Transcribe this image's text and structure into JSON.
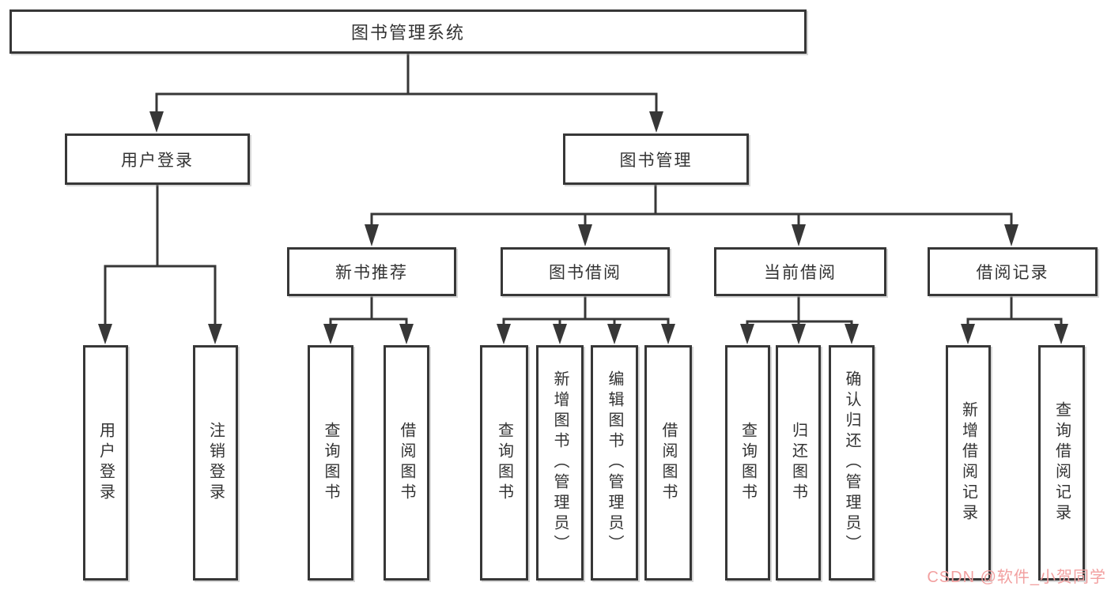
{
  "tree": {
    "root": {
      "label": "图书管理系统",
      "children": [
        {
          "label": "用户登录",
          "children": [
            {
              "label": "用户登录"
            },
            {
              "label": "注销登录"
            }
          ]
        },
        {
          "label": "图书管理",
          "children": [
            {
              "label": "新书推荐",
              "children": [
                {
                  "label": "查询图书"
                },
                {
                  "label": "借阅图书"
                }
              ]
            },
            {
              "label": "图书借阅",
              "children": [
                {
                  "label": "查询图书"
                },
                {
                  "label": "新增图书（管理员）"
                },
                {
                  "label": "编辑图书（管理员）"
                },
                {
                  "label": "借阅图书"
                }
              ]
            },
            {
              "label": "当前借阅",
              "children": [
                {
                  "label": "查询图书"
                },
                {
                  "label": "归还图书"
                },
                {
                  "label": "确认归还（管理员）"
                }
              ]
            },
            {
              "label": "借阅记录",
              "children": [
                {
                  "label": "新增借阅记录"
                },
                {
                  "label": "查询借阅记录"
                }
              ]
            }
          ]
        }
      ]
    }
  },
  "watermark": {
    "text": "CSDN @软件_小贺同学",
    "color": "#f2a0a0"
  },
  "colors": {
    "line": "#373737",
    "text": "#333333",
    "box_bg": "#ffffff"
  }
}
